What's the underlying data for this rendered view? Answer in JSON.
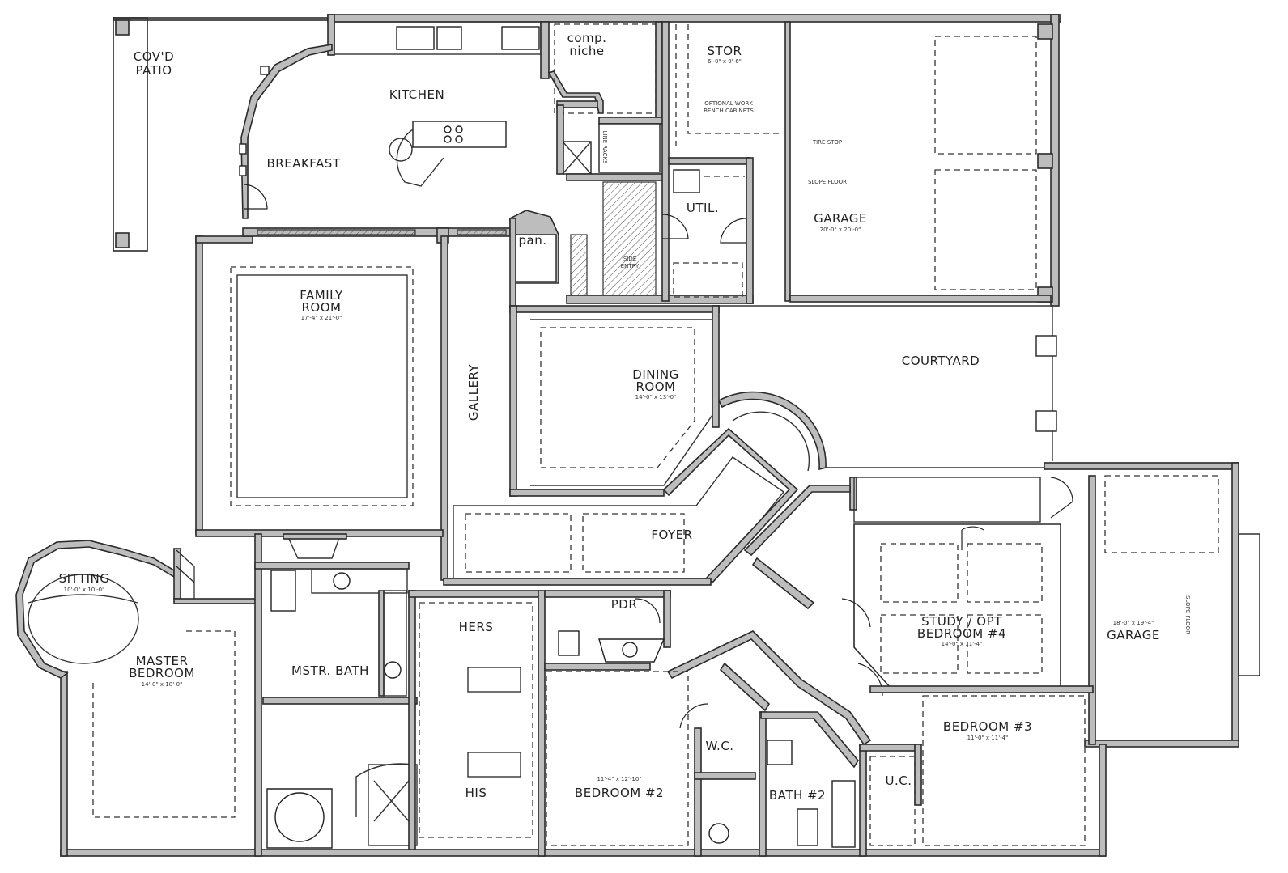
{
  "rooms": {
    "covd_patio": [
      "COV'D",
      "PATIO"
    ],
    "kitchen": "KITCHEN",
    "comp_niche": [
      "comp.",
      "niche"
    ],
    "stor": "STOR",
    "stor_dim": "6'-0\" x 9'-6\"",
    "stor_note": [
      "OPTIONAL WORK",
      "BENCH CABINETS"
    ],
    "tire_stop": "TIRE STOP",
    "slope_floor": "SLOPE FLOOR",
    "garage_main": "GARAGE",
    "garage_main_dim": "20'-0\" x 20'-0\"",
    "breakfast": "BREAKFAST",
    "line_racks": "LINE RACKS",
    "util": "UTIL.",
    "pan": "pan.",
    "side_entry": [
      "SIDE",
      "ENTRY"
    ],
    "family_room": [
      "FAMILY",
      "ROOM"
    ],
    "family_room_dim": "17'-4\" x 21'-0\"",
    "gallery": "GALLERY",
    "dining_room": [
      "DINING",
      "ROOM"
    ],
    "dining_room_dim": "14'-0\" x 13'-0\"",
    "courtyard": "COURTYARD",
    "foyer": "FOYER",
    "sitting": "SITTING",
    "sitting_dim": "10'-0\" x 10'-0\"",
    "master_bedroom": [
      "MASTER",
      "BEDROOM"
    ],
    "master_bedroom_dim": "14'-0\" x 18'-0\"",
    "mstr_bath": "MSTR. BATH",
    "hers": "HERS",
    "his": "HIS",
    "pdr": "PDR",
    "study": [
      "STUDY / OPT",
      "BEDROOM #4"
    ],
    "study_dim": "14'-0\" x 11'-4\"",
    "garage_side": "GARAGE",
    "garage_side_dim": "18'-0\" x 19'-4\"",
    "garage_side_slope": "SLOPE FLOOR",
    "bedroom2": "BEDROOM #2",
    "bedroom2_dim": "11'-4\" x 12'-10\"",
    "bedroom3": "BEDROOM #3",
    "bedroom3_dim": "11'-0\" x 11'-4\"",
    "wc": "W.C.",
    "bath2": "BATH #2",
    "uc": "U.C."
  }
}
